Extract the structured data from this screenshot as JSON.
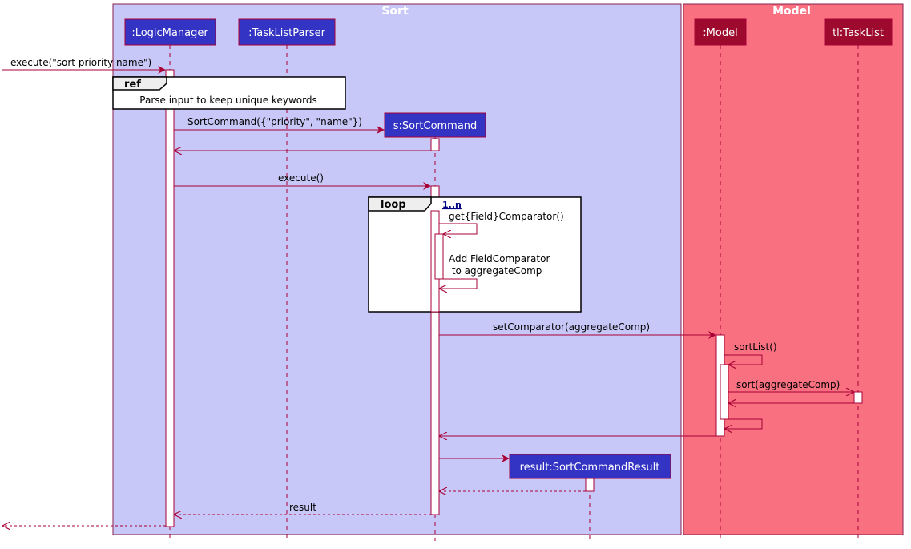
{
  "colors": {
    "sort_group_bg": "#C8C8F8",
    "model_group_bg": "#F97181",
    "group_border": "#8A1F4E",
    "participant_logic_bg": "#3333C4",
    "participant_model_bg": "#9D0A2D",
    "participant_border": "#A80036",
    "arrow": "#A80036",
    "lifeline": "#A80036",
    "text_light": "#FFFFFF",
    "text_dark": "#000000"
  },
  "groups": {
    "sort": {
      "title": "Sort"
    },
    "model": {
      "title": "Model"
    }
  },
  "participants": {
    "logic_manager": ":LogicManager",
    "task_list_parser": ":TaskListParser",
    "sort_command": "s:SortCommand",
    "model": ":Model",
    "task_list": "tl:TaskList",
    "sort_command_result": "result:SortCommandResult"
  },
  "frames": {
    "ref": {
      "label": "ref",
      "text": "Parse input to keep unique keywords"
    },
    "loop": {
      "label": "loop",
      "guard": "1..n"
    }
  },
  "messages": {
    "execute_sort": "execute(\"sort priority name\")",
    "create_sort_command": "SortCommand({\"priority\", \"name\"})",
    "execute": "execute()",
    "get_field_comparator": "get{Field}Comparator()",
    "add_field_comparator_1": "Add FieldComparator",
    "add_field_comparator_2": " to aggregateComp",
    "set_comparator": "setComparator(aggregateComp)",
    "sort_list": "sortList()",
    "sort_aggregate": "sort(aggregateComp)",
    "result": "result"
  }
}
